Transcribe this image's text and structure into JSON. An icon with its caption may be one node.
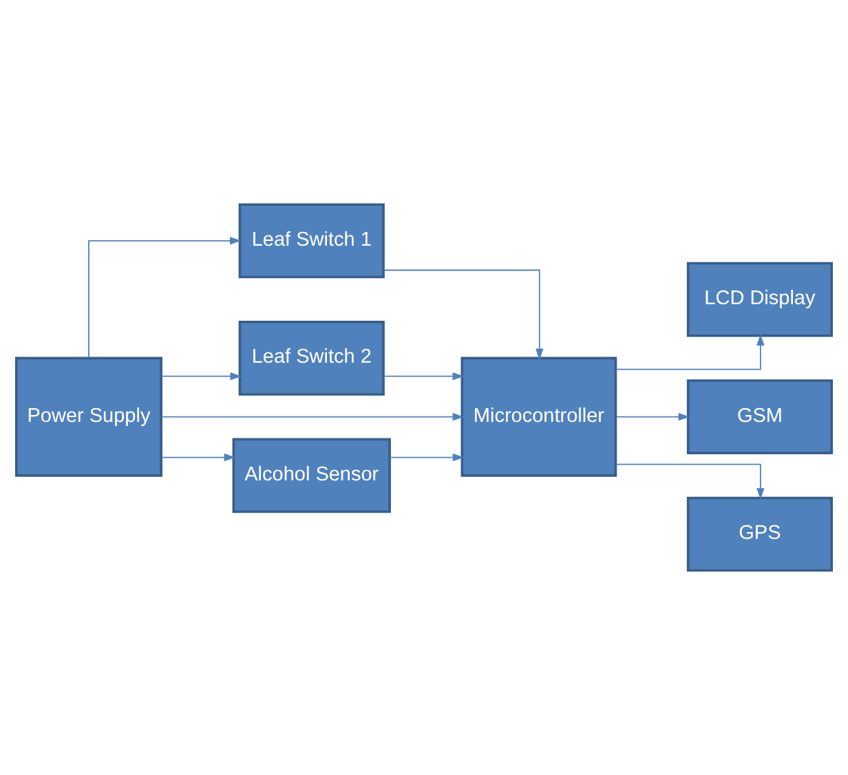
{
  "diagram": {
    "nodes": [
      {
        "text": [
          "Power Supply"
        ]
      },
      {
        "text": [
          "Leaf Switch 1"
        ]
      },
      {
        "text": [
          "Leaf Switch 2"
        ]
      },
      {
        "text": [
          "Alcohol Sensor"
        ]
      },
      {
        "text": [
          "Microcontroller"
        ]
      },
      {
        "text": [
          "LCD Display"
        ]
      },
      {
        "text": [
          "GSM"
        ]
      },
      {
        "text": [
          "GPS"
        ]
      }
    ],
    "edges": [
      {
        "from": 0,
        "to": 1,
        "arrow": "to"
      },
      {
        "from": 0,
        "to": 2,
        "arrow": "to"
      },
      {
        "from": 0,
        "to": 3,
        "arrow": "to"
      },
      {
        "from": 0,
        "to": 4,
        "arrow": "to"
      },
      {
        "from": 1,
        "to": 4,
        "arrow": "to"
      },
      {
        "from": 2,
        "to": 4,
        "arrow": "to"
      },
      {
        "from": 3,
        "to": 4,
        "arrow": "to"
      },
      {
        "from": 4,
        "to": 5,
        "arrow": "to"
      },
      {
        "from": 4,
        "to": 6,
        "arrow": "to"
      },
      {
        "from": 4,
        "to": 7,
        "arrow": "to"
      }
    ]
  }
}
